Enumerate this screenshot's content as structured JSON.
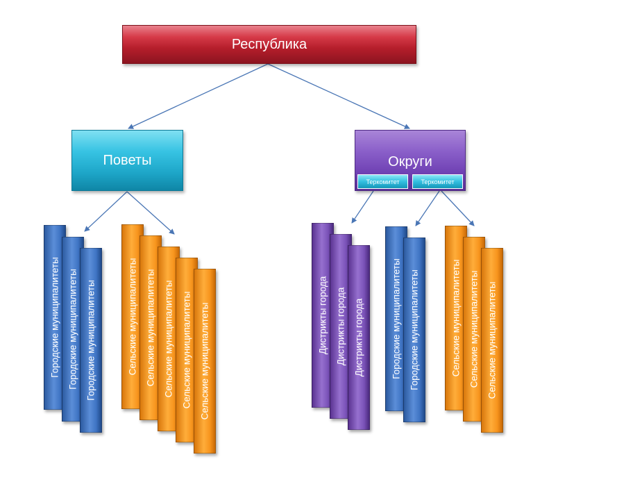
{
  "root": {
    "label": "Республика"
  },
  "left_branch": {
    "label": "Поветы",
    "urban": [
      "Городские муниципалитеты",
      "Городские муниципалитеты",
      "Городские муниципалитеты"
    ],
    "rural": [
      "Сельские муниципалитеты",
      "Сельские муниципалитеты",
      "Сельские муниципалитеты",
      "Сельские муниципалитеты",
      "Сельские муниципалитеты"
    ]
  },
  "right_branch": {
    "label": "Округи",
    "sub_boxes": [
      "Теркомитет",
      "Теркомитет"
    ],
    "city_districts": [
      "Дистрикты города",
      "Дистрикты города",
      "Дистрикты города"
    ],
    "urban": [
      "Городские муниципалитеты",
      "Городские муниципалитеты"
    ],
    "rural": [
      "Сельские муниципалитеты",
      "Сельские муниципалитеты",
      "Сельские муниципалитеты"
    ]
  },
  "colors": {
    "root": "#c0202e",
    "povety": "#31bcdc",
    "okrugi": "#7a4fbf",
    "urban": "#4a7fd0",
    "rural": "#f7941d",
    "districts": "#8a63c8",
    "connector": "#4a76b5"
  }
}
